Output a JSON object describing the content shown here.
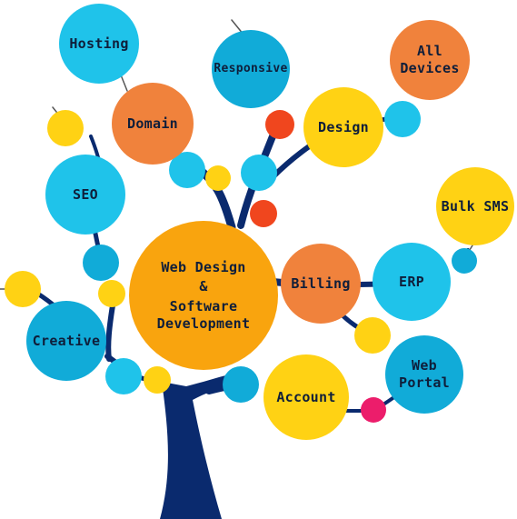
{
  "diagram": {
    "center_label_lines": [
      "Web Design",
      "&",
      "Software",
      "Development"
    ],
    "nodes": {
      "hosting": "Hosting",
      "domain": "Domain",
      "responsive": "Responsive",
      "all_devices_lines": [
        "All",
        "Devices"
      ],
      "design": "Design",
      "seo": "SEO",
      "bulk_sms": "Bulk SMS",
      "billing": "Billing",
      "erp": "ERP",
      "creative": "Creative",
      "web_portal_lines": [
        "Web",
        "Portal"
      ],
      "account": "Account"
    }
  },
  "colors": {
    "trunk": "#0a2a6e",
    "cyan": "#1fc3ea",
    "orange": "#f0823c",
    "yellow": "#ffd214",
    "blue": "#11abd8",
    "red": "#f0461e",
    "pink": "#ec1d6b",
    "center": "#f9a40e",
    "text": "#0f1e3a"
  }
}
